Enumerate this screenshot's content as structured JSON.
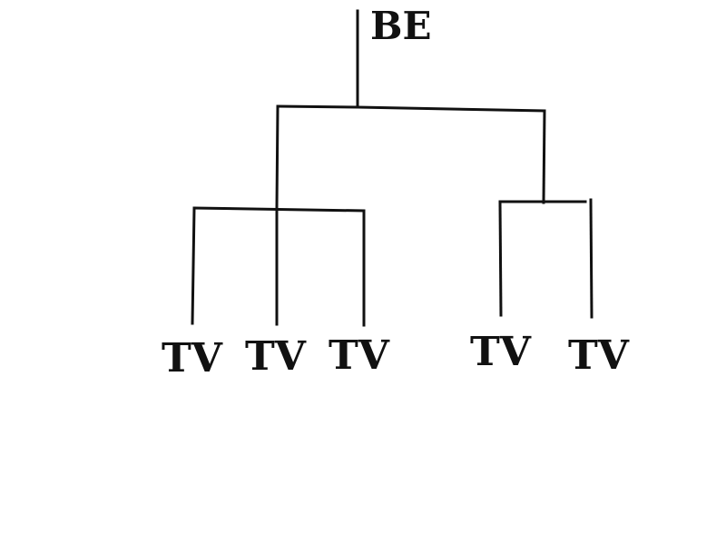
{
  "diagram": {
    "root": {
      "label": "BE"
    },
    "leaves": [
      {
        "label": "TV"
      },
      {
        "label": "TV"
      },
      {
        "label": "TV"
      },
      {
        "label": "TV"
      },
      {
        "label": "TV"
      }
    ]
  },
  "colors": {
    "ink": "#111111",
    "background": "#ffffff"
  }
}
